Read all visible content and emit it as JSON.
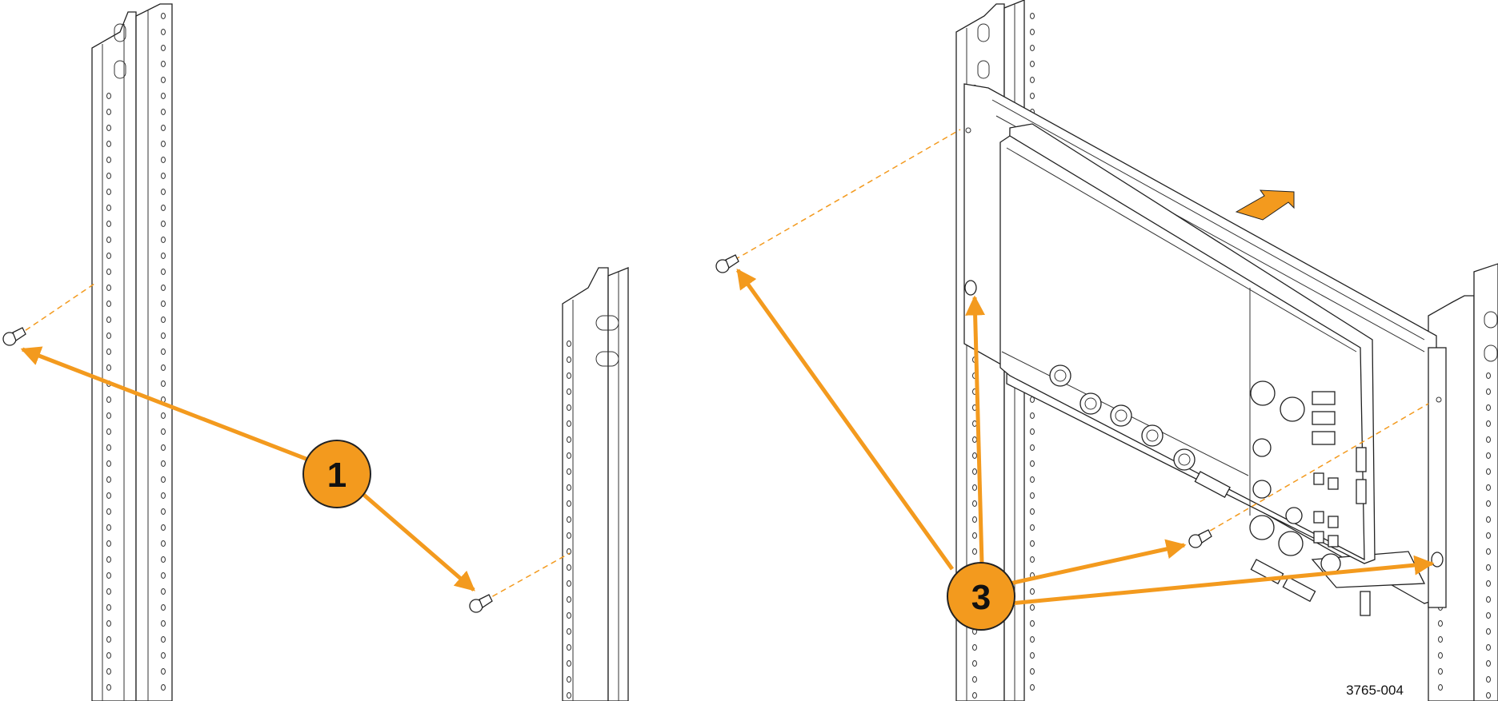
{
  "callouts": [
    {
      "label": "1"
    },
    {
      "label": "3"
    }
  ],
  "figure_id": "3765-004",
  "colors": {
    "accent": "#F39A1E",
    "line": "#222222",
    "background": "#FFFFFF"
  }
}
